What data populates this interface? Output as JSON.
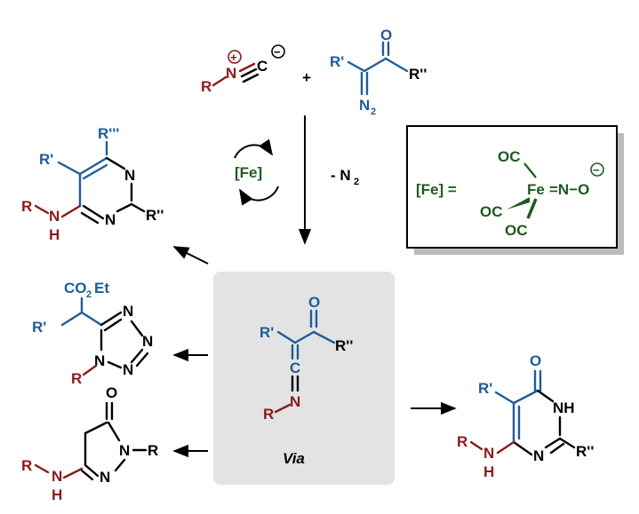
{
  "colors": {
    "red": "#8b1a1a",
    "blue": "#1f5c99",
    "green": "#1e5a1e",
    "black": "#000000",
    "intermediate_box": "#e3e3e3",
    "shadow": "#bbbbbb"
  },
  "reactants": {
    "isocyanide": {
      "r": "R",
      "n": "N",
      "c": "C",
      "plus": "+",
      "minus": "−"
    },
    "plus_sign": "+",
    "diazo": {
      "r1": "R'",
      "r2": "R''",
      "o": "O",
      "n": "N",
      "n_sub": "2"
    }
  },
  "conditions": {
    "catalyst": "[Fe]",
    "loss": "- N",
    "loss_sub": "2"
  },
  "catalyst_box": {
    "label": "[Fe] =",
    "fe": "Fe",
    "no": "=N−O",
    "minus": "−",
    "co1": "OC",
    "co2": "OC",
    "co3": "OC"
  },
  "intermediate": {
    "label": "Via",
    "r1": "R'",
    "r2": "R''",
    "o": "O",
    "c": "C",
    "n": "N",
    "r": "R"
  },
  "products": {
    "pyrimidine": {
      "r3": "R'''",
      "r1": "R'",
      "r2": "R''",
      "n1": "N",
      "n2": "N",
      "r": "R",
      "nh_n": "N",
      "nh_h": "H"
    },
    "tetrazole": {
      "co2et_a": "CO",
      "co2et_sub": "2",
      "co2et_b": "Et",
      "r1": "R'",
      "n": [
        "N",
        "N",
        "N",
        "N"
      ],
      "r": "R"
    },
    "pyrazolone": {
      "o": "O",
      "n1": "N",
      "n2": "N",
      "r_n": "R",
      "r": "R",
      "nh_n": "N",
      "nh_h": "H"
    },
    "pyrimidinone": {
      "o": "O",
      "r1": "R'",
      "nh": "NH",
      "n": "N",
      "r2": "R''",
      "r": "R",
      "nh_n": "N",
      "nh_h": "H"
    }
  }
}
